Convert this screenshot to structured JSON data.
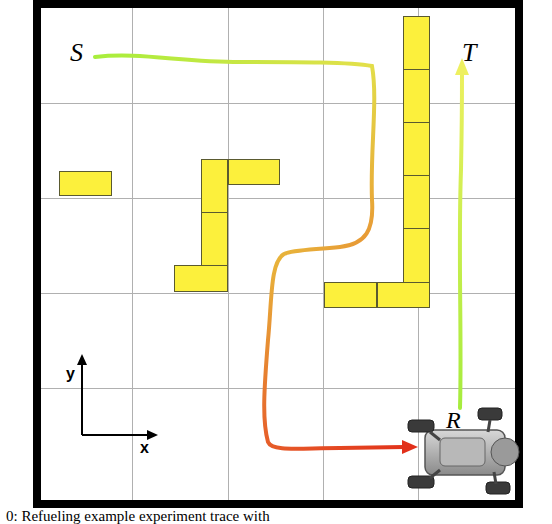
{
  "diagram": {
    "caption": "0: Refueling example experiment trace with",
    "labels": [
      "S",
      "T",
      "R",
      "y",
      "x"
    ]
  }
}
